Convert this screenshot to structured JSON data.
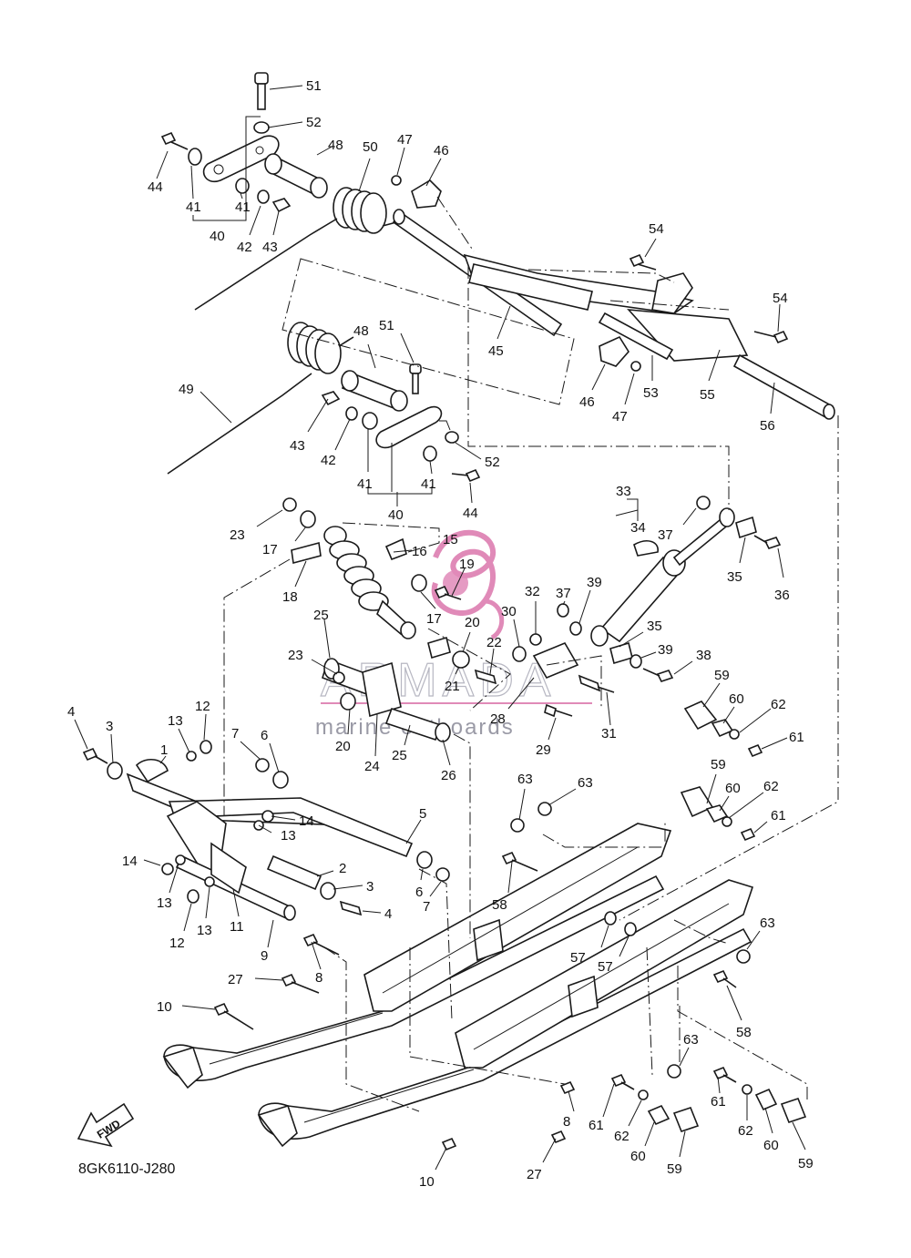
{
  "diagram": {
    "code": "8GK6110-J280",
    "fwd_label": "FWD",
    "watermark": {
      "brand": "ARMADA",
      "tagline": "marine outboards"
    },
    "part_numbers": [
      "1",
      "2",
      "3",
      "4",
      "5",
      "6",
      "7",
      "8",
      "9",
      "10",
      "11",
      "12",
      "13",
      "14",
      "15",
      "16",
      "17",
      "18",
      "19",
      "20",
      "21",
      "22",
      "23",
      "24",
      "25",
      "26",
      "27",
      "28",
      "29",
      "30",
      "31",
      "32",
      "33",
      "34",
      "35",
      "36",
      "37",
      "38",
      "39",
      "40",
      "41",
      "42",
      "43",
      "44",
      "45",
      "46",
      "47",
      "48",
      "49",
      "50",
      "51",
      "52",
      "53",
      "54",
      "55",
      "56",
      "57",
      "58",
      "59",
      "60",
      "61",
      "62",
      "63"
    ],
    "callouts": [
      {
        "text": "51"
      },
      {
        "text": "52"
      },
      {
        "text": "44"
      },
      {
        "text": "41"
      },
      {
        "text": "41"
      },
      {
        "text": "40"
      },
      {
        "text": "48"
      },
      {
        "text": "50"
      },
      {
        "text": "47"
      },
      {
        "text": "46"
      },
      {
        "text": "42"
      },
      {
        "text": "43"
      },
      {
        "text": "54"
      },
      {
        "text": "54"
      },
      {
        "text": "45"
      },
      {
        "text": "46"
      },
      {
        "text": "47"
      },
      {
        "text": "53"
      },
      {
        "text": "55"
      },
      {
        "text": "56"
      },
      {
        "text": "49"
      },
      {
        "text": "48"
      },
      {
        "text": "51"
      },
      {
        "text": "43"
      },
      {
        "text": "42"
      },
      {
        "text": "41"
      },
      {
        "text": "41"
      },
      {
        "text": "40"
      },
      {
        "text": "52"
      },
      {
        "text": "44"
      },
      {
        "text": "33"
      },
      {
        "text": "34"
      },
      {
        "text": "37"
      },
      {
        "text": "35"
      },
      {
        "text": "36"
      },
      {
        "text": "23"
      },
      {
        "text": "17"
      },
      {
        "text": "15"
      },
      {
        "text": "16"
      },
      {
        "text": "18"
      },
      {
        "text": "19"
      },
      {
        "text": "17"
      },
      {
        "text": "32"
      },
      {
        "text": "37"
      },
      {
        "text": "39"
      },
      {
        "text": "30"
      },
      {
        "text": "20"
      },
      {
        "text": "22"
      },
      {
        "text": "25"
      },
      {
        "text": "23"
      },
      {
        "text": "21"
      },
      {
        "text": "35"
      },
      {
        "text": "39"
      },
      {
        "text": "38"
      },
      {
        "text": "28"
      },
      {
        "text": "31"
      },
      {
        "text": "29"
      },
      {
        "text": "20"
      },
      {
        "text": "24"
      },
      {
        "text": "25"
      },
      {
        "text": "26"
      },
      {
        "text": "59"
      },
      {
        "text": "60"
      },
      {
        "text": "62"
      },
      {
        "text": "61"
      },
      {
        "text": "4"
      },
      {
        "text": "3"
      },
      {
        "text": "12"
      },
      {
        "text": "13"
      },
      {
        "text": "7"
      },
      {
        "text": "6"
      },
      {
        "text": "1"
      },
      {
        "text": "14"
      },
      {
        "text": "13"
      },
      {
        "text": "5"
      },
      {
        "text": "59"
      },
      {
        "text": "60"
      },
      {
        "text": "62"
      },
      {
        "text": "61"
      },
      {
        "text": "63"
      },
      {
        "text": "63"
      },
      {
        "text": "14"
      },
      {
        "text": "2"
      },
      {
        "text": "3"
      },
      {
        "text": "6"
      },
      {
        "text": "4"
      },
      {
        "text": "7"
      },
      {
        "text": "13"
      },
      {
        "text": "13"
      },
      {
        "text": "12"
      },
      {
        "text": "11"
      },
      {
        "text": "9"
      },
      {
        "text": "58"
      },
      {
        "text": "57"
      },
      {
        "text": "57"
      },
      {
        "text": "63"
      },
      {
        "text": "8"
      },
      {
        "text": "27"
      },
      {
        "text": "10"
      },
      {
        "text": "58"
      },
      {
        "text": "63"
      },
      {
        "text": "8"
      },
      {
        "text": "61"
      },
      {
        "text": "62"
      },
      {
        "text": "60"
      },
      {
        "text": "59"
      },
      {
        "text": "61"
      },
      {
        "text": "62"
      },
      {
        "text": "60"
      },
      {
        "text": "59"
      },
      {
        "text": "27"
      },
      {
        "text": "10"
      }
    ]
  }
}
